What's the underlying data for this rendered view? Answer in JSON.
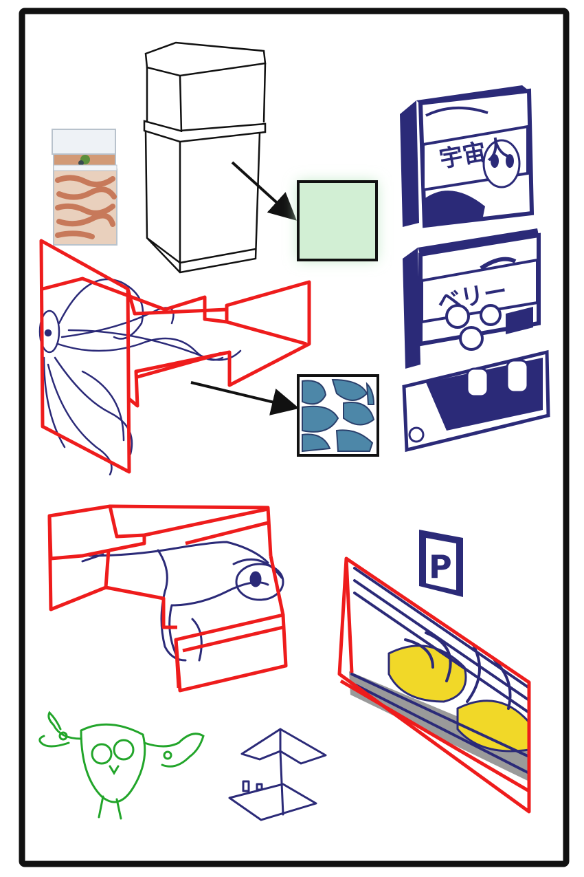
{
  "colors": {
    "frame": "#111111",
    "red": "#ee1c1c",
    "navy": "#2b2a78",
    "green": "#22a52a",
    "swatch_green": "#bfe8c4",
    "swatch_blue": "#4d87a8",
    "yellow": "#f1d828",
    "asphalt": "#9a9a9a"
  },
  "signs": {
    "space_sign": "宇宙人",
    "berry_sign": "ベリー",
    "parking_sign": "P"
  },
  "icons": [
    "ant-farm-photo",
    "box-sketch",
    "arrow-icon",
    "parking-sign-icon",
    "umbrella-icon",
    "owl-creature"
  ]
}
